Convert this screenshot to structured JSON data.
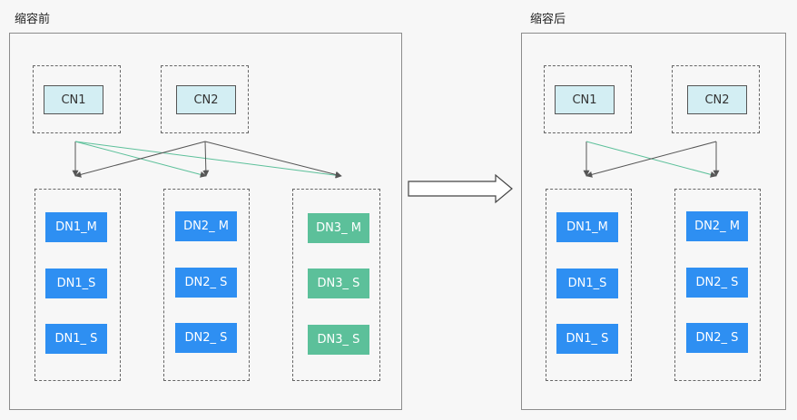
{
  "before": {
    "title": "缩容前",
    "cn": [
      "CN1",
      "CN2"
    ],
    "groups": [
      [
        "DN1_M",
        "DN1_S",
        "DN1_ S"
      ],
      [
        "DN2_ M",
        "DN2_ S",
        "DN2_ S"
      ],
      [
        "DN3_ M",
        "DN3_ S",
        "DN3_ S"
      ]
    ]
  },
  "after": {
    "title": "缩容后",
    "cn": [
      "CN1",
      "CN2"
    ],
    "groups": [
      [
        "DN1_M",
        "DN1_S",
        "DN1_ S"
      ],
      [
        "DN2_ M",
        "DN2_ S",
        "DN2_ S"
      ]
    ]
  },
  "colors": {
    "dn_blue": "#2e8ff2",
    "dn_green": "#5cc09a",
    "cn_fill": "#d3eef3",
    "line_gray": "#555555",
    "line_green": "#5cc09a"
  },
  "icons": {
    "transition": "right-arrow-icon"
  }
}
